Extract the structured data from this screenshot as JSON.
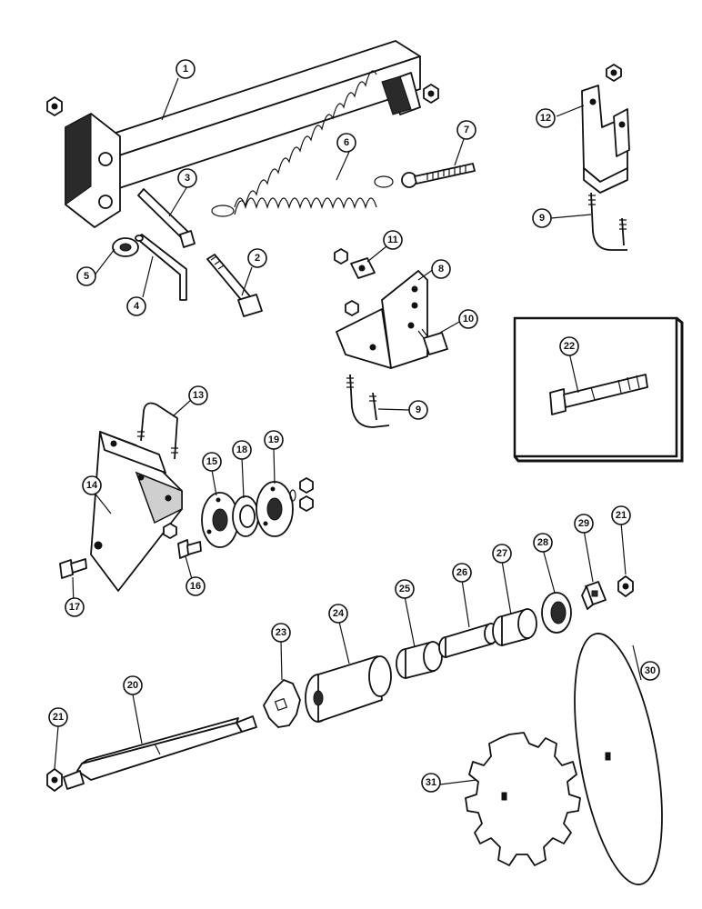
{
  "callouts": [
    {
      "label": "1"
    },
    {
      "label": "2"
    },
    {
      "label": "3"
    },
    {
      "label": "4"
    },
    {
      "label": "5"
    },
    {
      "label": "6"
    },
    {
      "label": "7"
    },
    {
      "label": "8"
    },
    {
      "label": "9"
    },
    {
      "label": "9"
    },
    {
      "label": "10"
    },
    {
      "label": "11"
    },
    {
      "label": "12"
    },
    {
      "label": "13"
    },
    {
      "label": "14"
    },
    {
      "label": "15"
    },
    {
      "label": "16"
    },
    {
      "label": "17"
    },
    {
      "label": "18"
    },
    {
      "label": "19"
    },
    {
      "label": "20"
    },
    {
      "label": "21"
    },
    {
      "label": "21"
    },
    {
      "label": "22"
    },
    {
      "label": "23"
    },
    {
      "label": "24"
    },
    {
      "label": "25"
    },
    {
      "label": "26"
    },
    {
      "label": "27"
    },
    {
      "label": "28"
    },
    {
      "label": "29"
    },
    {
      "label": "30"
    },
    {
      "label": "31"
    }
  ]
}
